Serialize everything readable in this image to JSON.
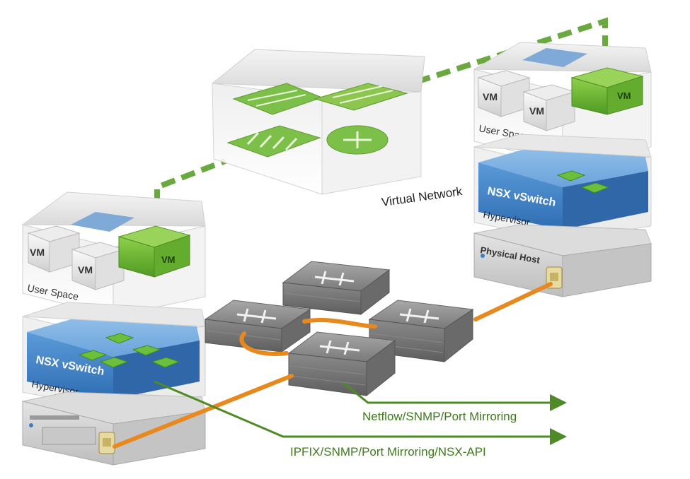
{
  "virtual_network": {
    "label": "Virtual Network"
  },
  "left_host": {
    "vm_labels": [
      "VM",
      "VM",
      "VM"
    ],
    "user_space_label": "User Space",
    "vswitch_label": "NSX vSwitch",
    "hypervisor_label": "Hypervisor"
  },
  "right_host": {
    "vm_labels": [
      "VM",
      "VM",
      "VM"
    ],
    "user_space_label": "User Space",
    "vswitch_label": "NSX vSwitch",
    "hypervisor_label": "Hypervisor",
    "physical_host_label": "Physical Host"
  },
  "arrows": {
    "netflow_label": "Netflow/SNMP/Port Mirroring",
    "ipfix_label": "IPFIX/SNMP/Port Mirroring/NSX-API"
  },
  "colors": {
    "green": "#5a9a2c",
    "green_light": "#8dc63f",
    "blue": "#3d7ec4",
    "orange": "#e8891f",
    "gray": "#9a9a9a"
  }
}
